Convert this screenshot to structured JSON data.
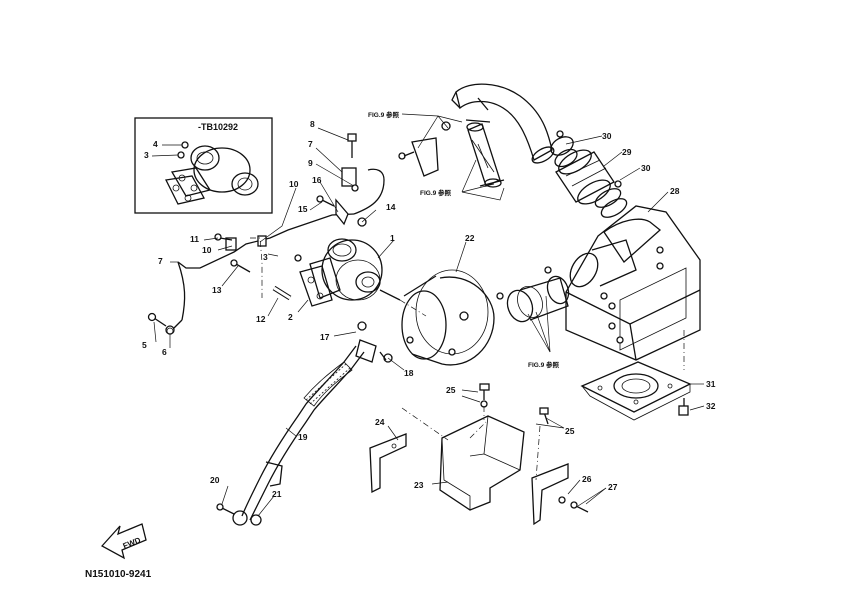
{
  "inset_code": "-TB10292",
  "diagram_code": "N151010-9241",
  "fwd_label": "FWD",
  "fig_ref": "FIG.9 参照",
  "part_numbers": {
    "p1": "1",
    "p2": "2",
    "p3": "3",
    "p3b": "3",
    "p4": "4",
    "p5": "5",
    "p6": "6",
    "p7": "7",
    "p7b": "7",
    "p8": "8",
    "p9": "9",
    "p10": "10",
    "p10b": "10",
    "p11": "11",
    "p12": "12",
    "p13": "13",
    "p14": "14",
    "p15": "15",
    "p16": "16",
    "p17": "17",
    "p18": "18",
    "p19": "19",
    "p20": "20",
    "p21": "21",
    "p22": "22",
    "p23": "23",
    "p24": "24",
    "p25": "25",
    "p25b": "25",
    "p26": "26",
    "p27": "27",
    "p28": "28",
    "p29": "29",
    "p30": "30",
    "p30b": "30",
    "p31": "31",
    "p32": "32"
  }
}
